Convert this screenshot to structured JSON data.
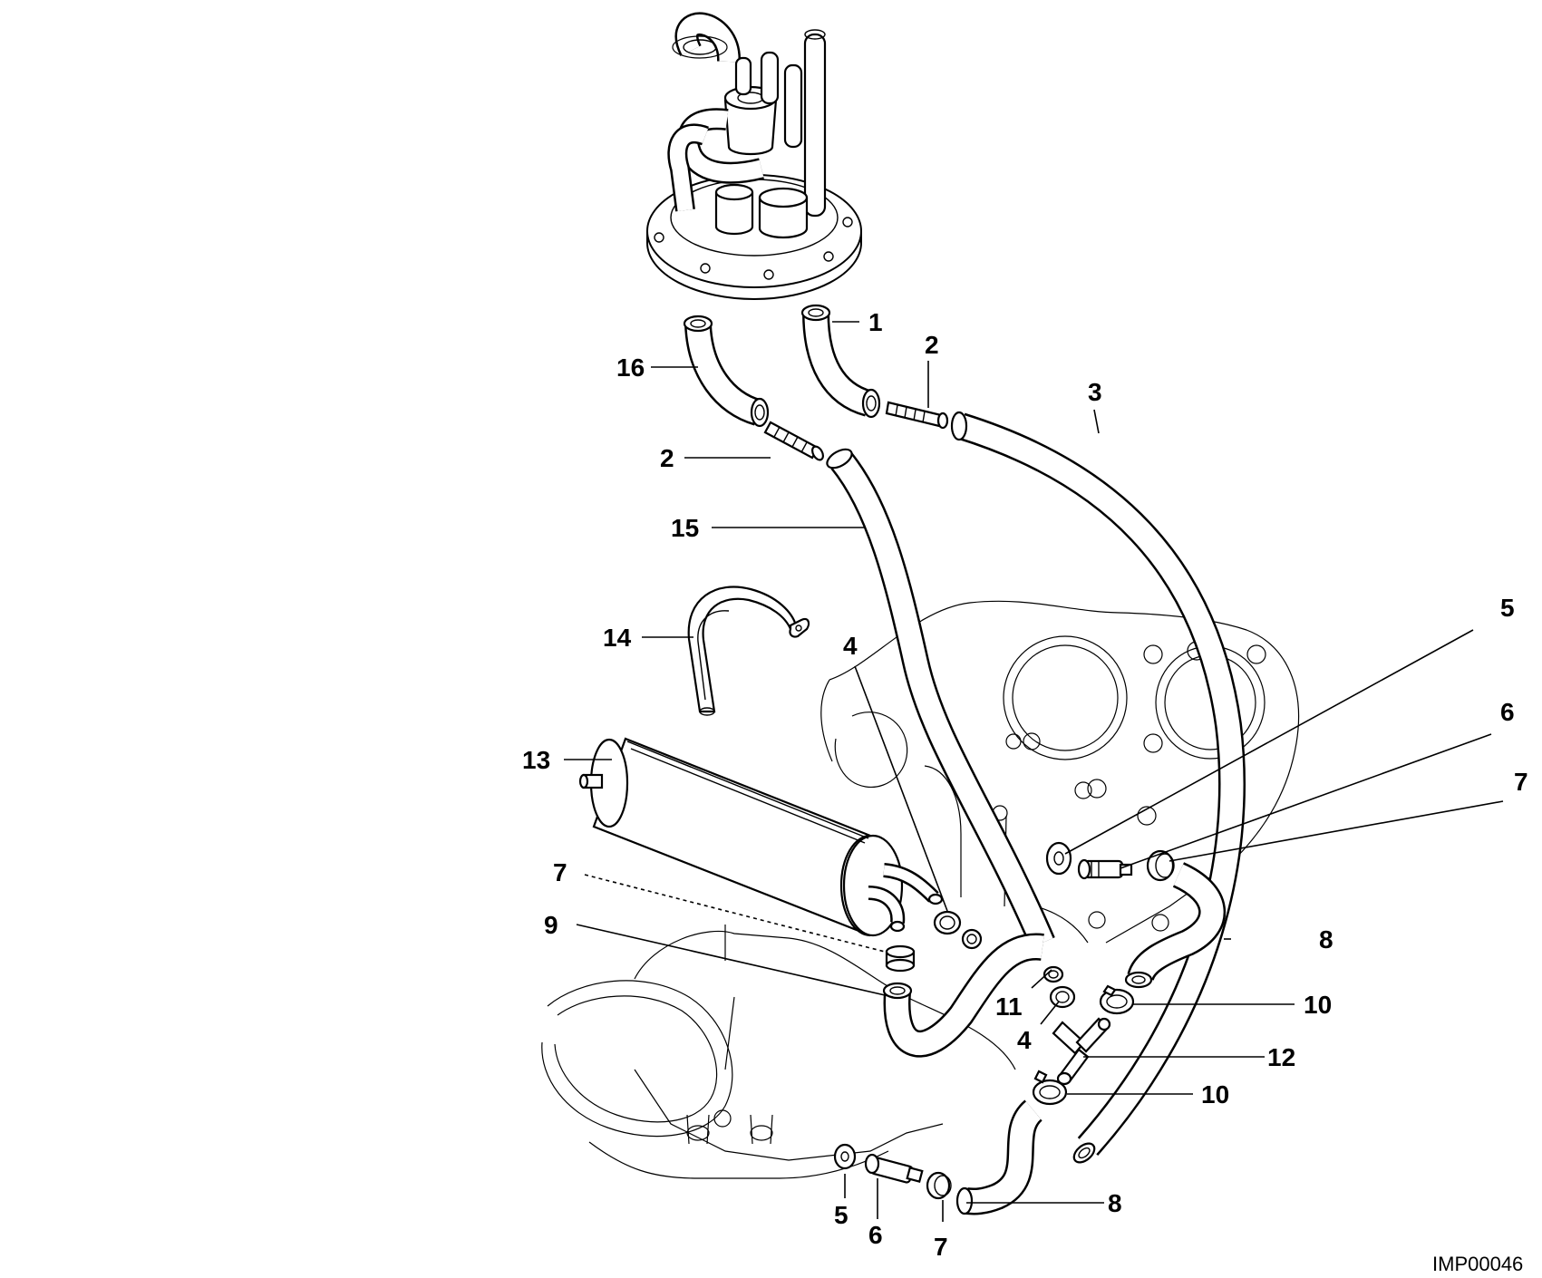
{
  "callouts": [
    {
      "id": "c1",
      "text": "1"
    },
    {
      "id": "c2a",
      "text": "2"
    },
    {
      "id": "c3",
      "text": "3"
    },
    {
      "id": "c16",
      "text": "16"
    },
    {
      "id": "c2b",
      "text": "2"
    },
    {
      "id": "c15",
      "text": "15"
    },
    {
      "id": "c14",
      "text": "14"
    },
    {
      "id": "c4a",
      "text": "4"
    },
    {
      "id": "c5a",
      "text": "5"
    },
    {
      "id": "c6a",
      "text": "6"
    },
    {
      "id": "c7a",
      "text": "7"
    },
    {
      "id": "c13",
      "text": "13"
    },
    {
      "id": "c7b",
      "text": "7"
    },
    {
      "id": "c9",
      "text": "9"
    },
    {
      "id": "c8a",
      "text": "8"
    },
    {
      "id": "c10a",
      "text": "10"
    },
    {
      "id": "c11",
      "text": "11"
    },
    {
      "id": "c4b",
      "text": "4"
    },
    {
      "id": "c12",
      "text": "12"
    },
    {
      "id": "c10b",
      "text": "10"
    },
    {
      "id": "c8b",
      "text": "8"
    },
    {
      "id": "c5b",
      "text": "5"
    },
    {
      "id": "c6b",
      "text": "6"
    },
    {
      "id": "c7c",
      "text": "7"
    }
  ],
  "reference_code": "IMP00046"
}
